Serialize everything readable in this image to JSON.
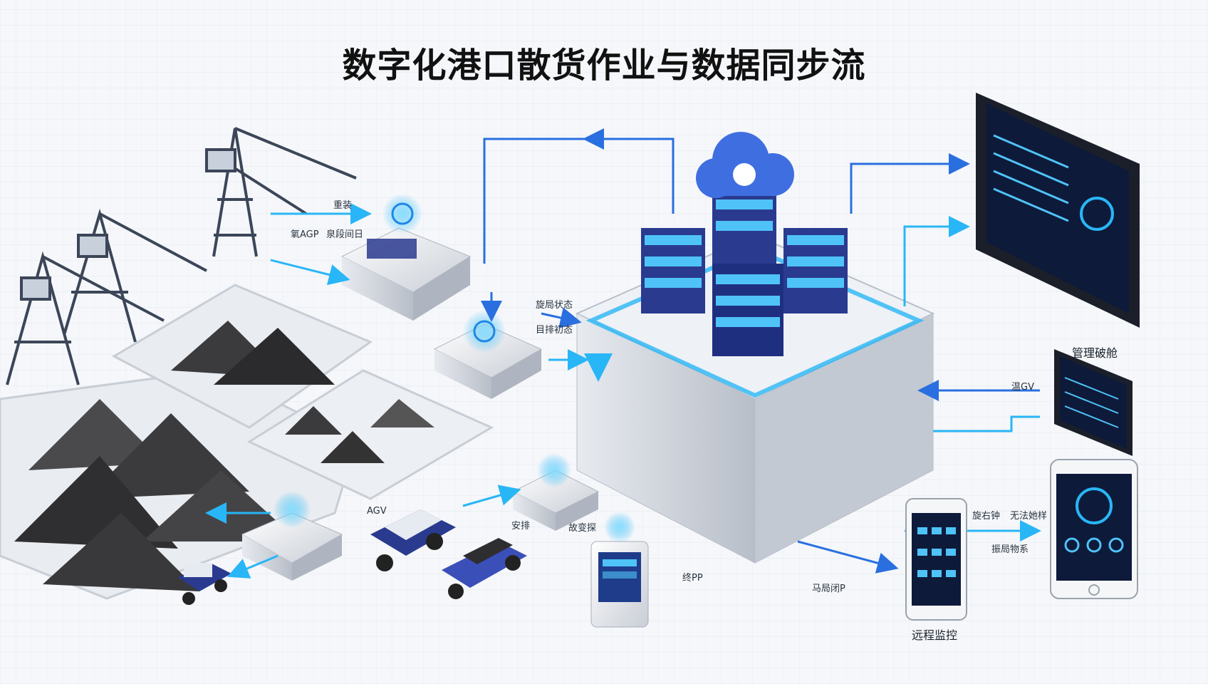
{
  "title": "数字化港口散货作业与数据同步流",
  "labels": {
    "crane_top": "重装",
    "crane_mid": "氧AGP",
    "crane_right": "泉段间日",
    "status_a": "旋局状态",
    "status_b": "目排初态",
    "agv": "AGV",
    "truck_a": "安排",
    "truck_b": "故变探",
    "terminal": "终PP",
    "bottom_mid": "马局闭P",
    "tablet": "管理破舱",
    "tablet_arrow": "温GV",
    "phone_a": "旋右钟",
    "phone_b": "无法她样",
    "phone_c": "振局物系",
    "phone_caption": "远程监控"
  },
  "colors": {
    "accent": "#1e88e5",
    "glow": "#29b6f6",
    "deep": "#2a3a8f",
    "screen": "#0e1a3a",
    "coal": "#3b3b3d"
  }
}
